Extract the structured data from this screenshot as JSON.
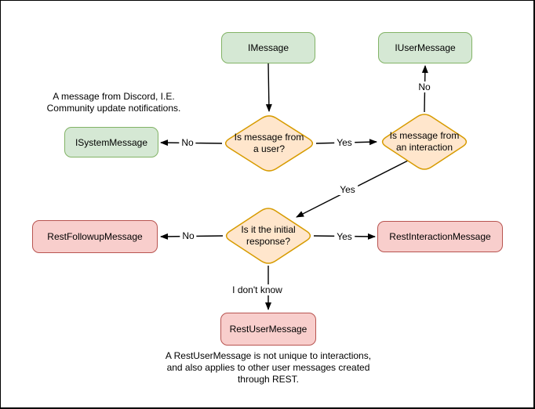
{
  "colors": {
    "interface_fill": "#d5e8d4",
    "interface_stroke": "#82b366",
    "decision_fill": "#ffe6cc",
    "decision_stroke": "#d79b00",
    "rest_fill": "#f8cecc",
    "rest_stroke": "#b85450",
    "edge_color": "#000000",
    "background": "#ffffff"
  },
  "nodes": {
    "imessage": "IMessage",
    "iusermessage": "IUserMessage",
    "isystemmessage": "ISystemMessage",
    "restfollowupmessage": "RestFollowupMessage",
    "restinteractionmessage": "RestInteractionMessage",
    "restusermessage": "RestUserMessage"
  },
  "decisions": {
    "from_user": {
      "line1": "Is message from",
      "line2": "a user?"
    },
    "from_interaction": {
      "line1": "Is message from",
      "line2": "an interaction"
    },
    "initial_response": {
      "line1": "Is it the initial",
      "line2": "response?"
    }
  },
  "edge_labels": {
    "user_no": "No",
    "user_yes": "Yes",
    "interaction_no": "No",
    "interaction_yes": "Yes",
    "initial_no": "No",
    "initial_yes": "Yes",
    "initial_unknown": "I don't know"
  },
  "notes": {
    "system_note": {
      "line1": "A message from Discord, I.E.",
      "line2": "Community update notifications."
    },
    "restuser_note": {
      "line1": "A RestUserMessage is not unique to interactions,",
      "line2": "and also applies to other user messages created",
      "line3": "through REST."
    }
  }
}
